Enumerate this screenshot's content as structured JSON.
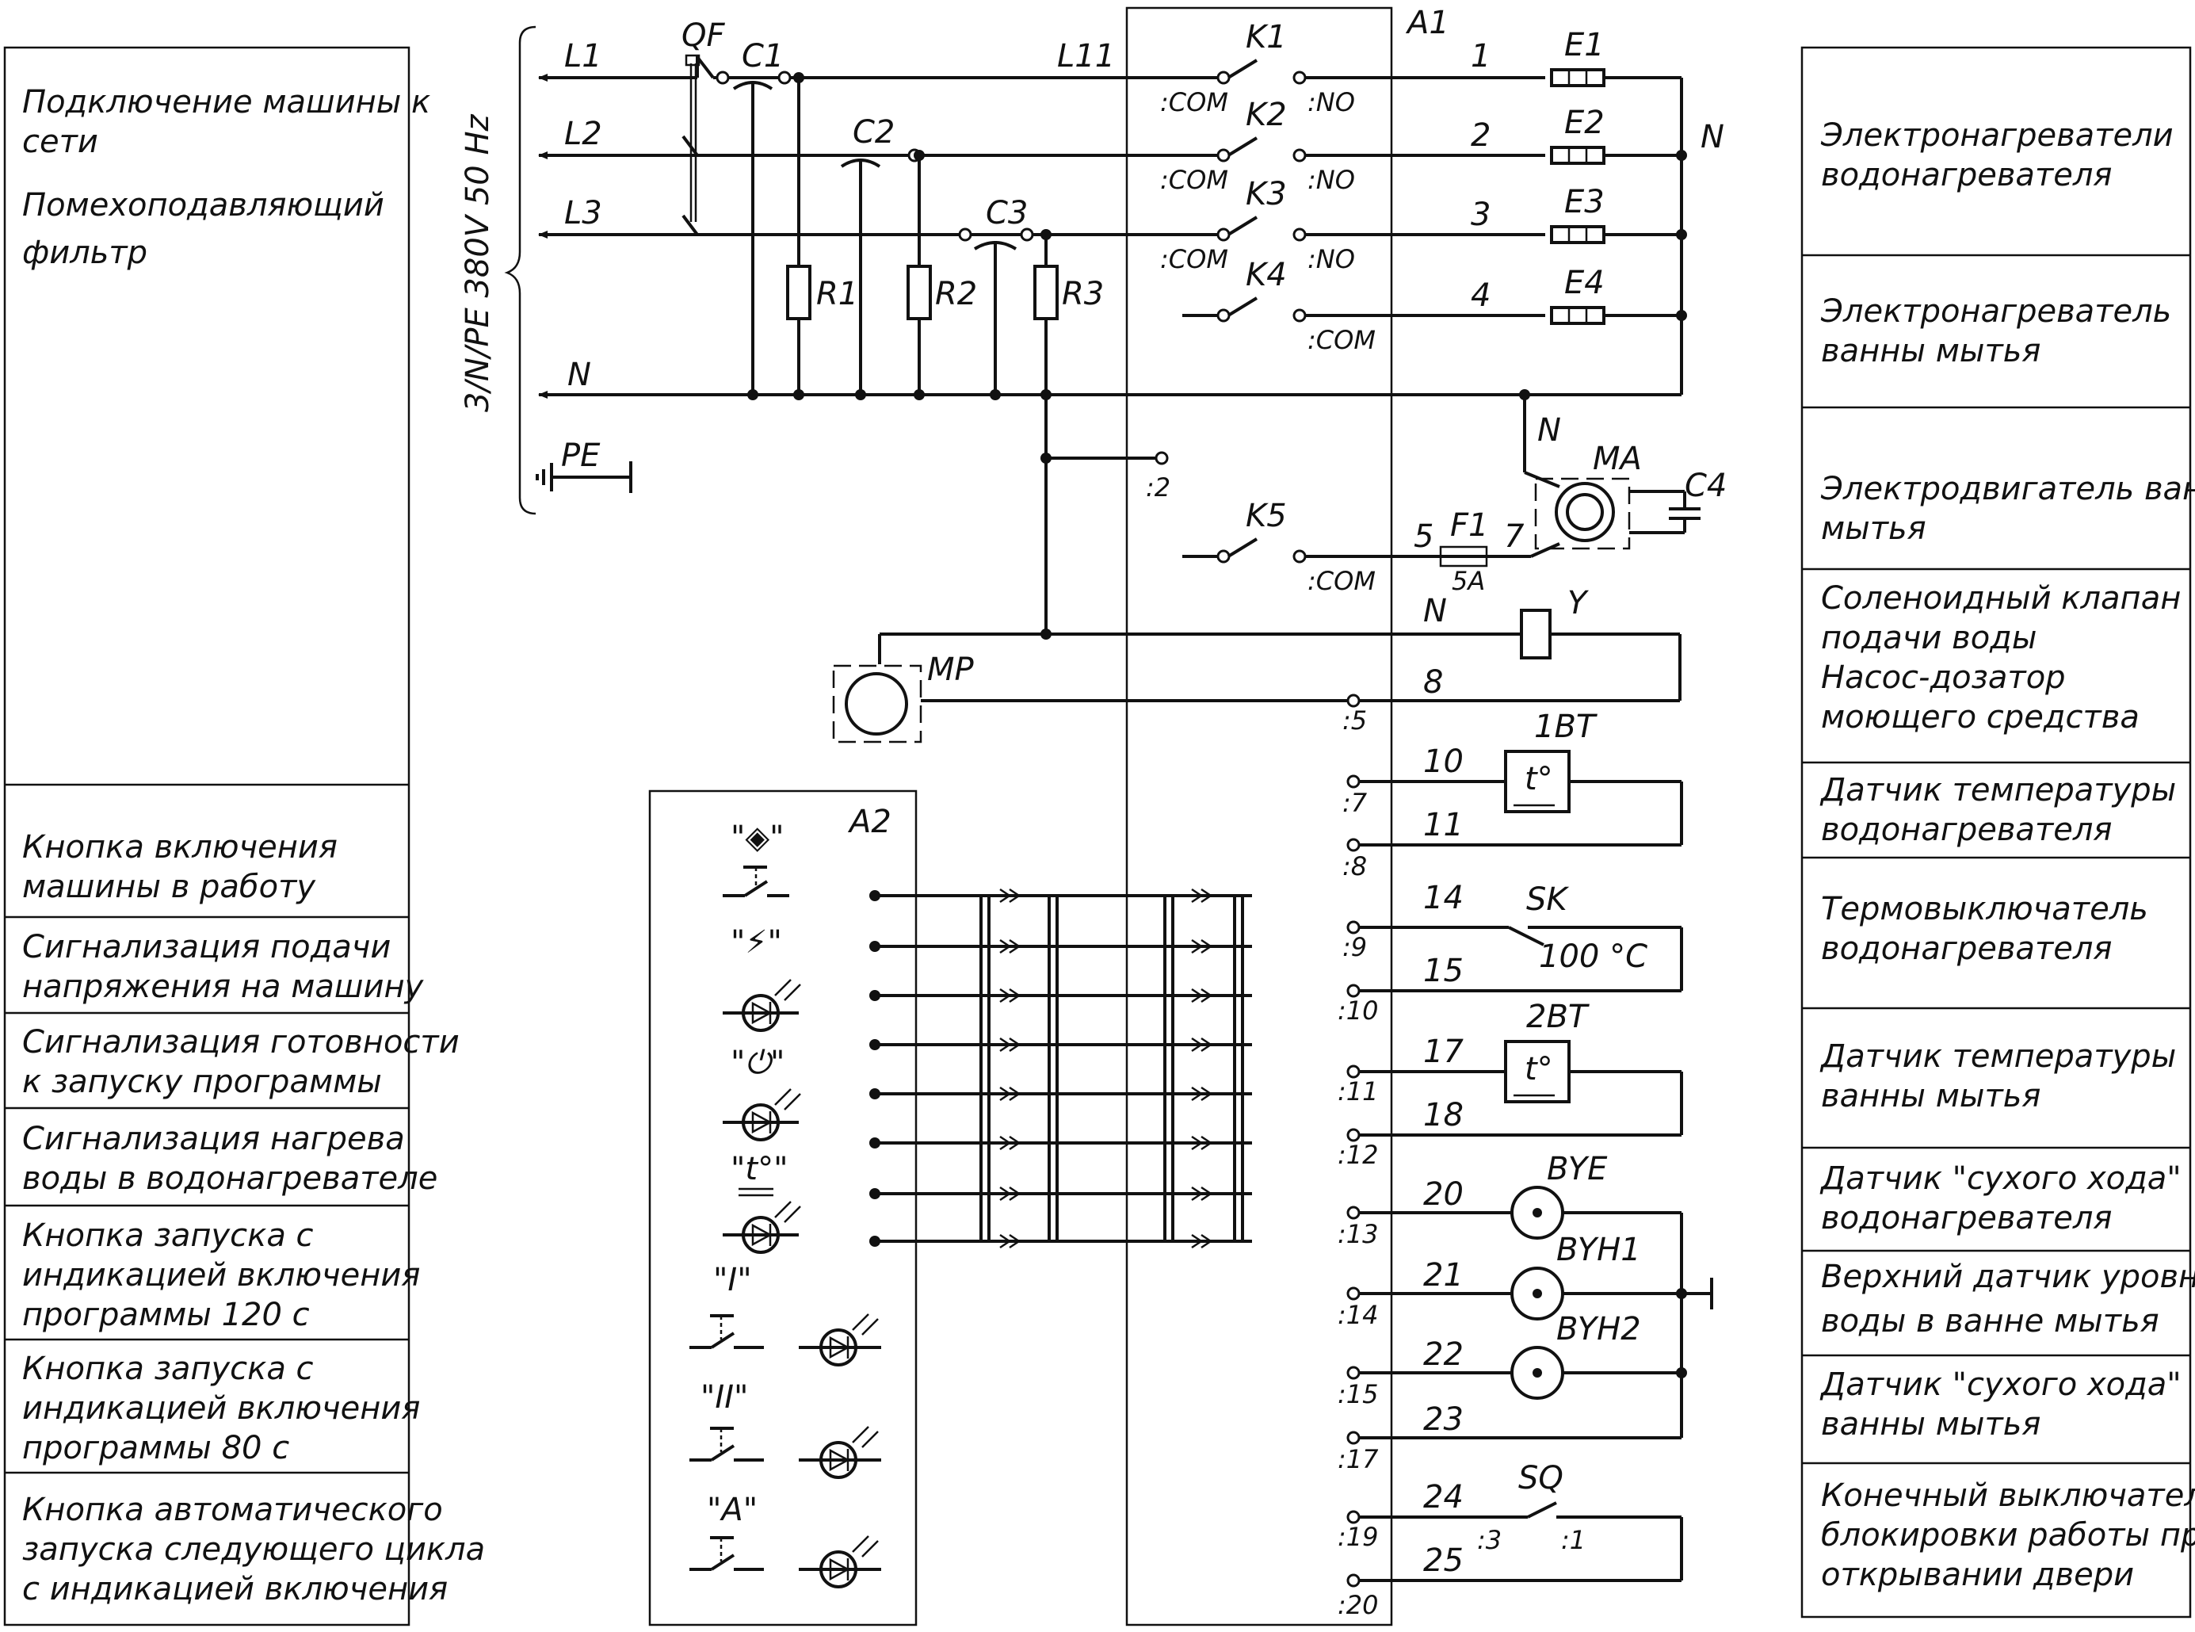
{
  "left_labels": [
    [
      "Подключение машины к",
      "сети",
      "",
      "Помехоподавляющий",
      "фильтр"
    ],
    [
      "Кнопка включения",
      "машины в работу"
    ],
    [
      "Сигнализация подачи",
      "напряжения на машину"
    ],
    [
      "Сигнализация готовности",
      "к запуску программы"
    ],
    [
      "Сигнализация нагрева",
      "воды в водонагревателе"
    ],
    [
      "Кнопка запуска с",
      "индикацией включения",
      "программы 120 с"
    ],
    [
      "Кнопка запуска с",
      "индикацией включения",
      "программы 80 с"
    ],
    [
      "Кнопка автоматического",
      "запуска следующего цикла",
      "с индикацией включения"
    ]
  ],
  "right_labels": [
    [
      "Электронагреватели",
      "водонагревателя"
    ],
    [
      "Электронагреватель",
      "ванны мытья"
    ],
    [
      "Электродвигатель ванны",
      "мытья"
    ],
    [
      "Соленоидный клапан",
      "подачи воды",
      "Насос-дозатор",
      "моющего средства"
    ],
    [
      "Датчик температуры",
      "водонагревателя"
    ],
    [
      "Термовыключатель",
      "водонагревателя"
    ],
    [
      "Датчик температуры",
      "ванны мытья"
    ],
    [
      "Датчик \"сухого хода\"",
      "водонагревателя"
    ],
    [
      "Верхний датчик уровня",
      "воды в ванне мытья"
    ],
    [
      "Датчик \"сухого хода\"",
      "ванны мытья"
    ],
    [
      "Конечный выключатель",
      "блокировки работы при",
      "открывании двери"
    ]
  ],
  "supply": {
    "voltage": "3/N/PE 380V 50 Hz",
    "lines": [
      "L1",
      "L2",
      "L3",
      "N",
      "PE"
    ],
    "breaker": "QF",
    "wire": "L11"
  },
  "blocks": [
    "A1",
    "A2"
  ],
  "components": {
    "capacitors": [
      "C1",
      "C2",
      "C3",
      "C4"
    ],
    "resistors": [
      "R1",
      "R2",
      "R3"
    ],
    "relays": [
      "K1",
      "K2",
      "K3",
      "K4",
      "K5"
    ],
    "heaters": [
      "E1",
      "E2",
      "E3",
      "E4"
    ],
    "motor": "MA",
    "pump": "MP",
    "fuse": "F1",
    "fuse_rating": "5A",
    "valve": "Y",
    "temp_sensors": [
      "1BT",
      "2BT"
    ],
    "thermostat": "SK",
    "thermostat_temp": "100 °C",
    "level_sensors": [
      "BYE",
      "BYH1",
      "BYH2"
    ],
    "door_switch": "SQ",
    "temp_symbol": "t°"
  },
  "contacts": {
    "com": ":COM",
    "no": ":NO"
  },
  "wire_numbers": [
    "1",
    "2",
    "3",
    "4",
    "5",
    "7",
    "8",
    "10",
    "11",
    "14",
    "15",
    "17",
    "18",
    "20",
    "21",
    "22",
    "23",
    "24",
    "25"
  ],
  "neutral": "N",
  "terminals": [
    ":2",
    ":5",
    ":7",
    ":8",
    ":9",
    ":10",
    ":11",
    ":12",
    ":13",
    ":14",
    ":15",
    ":17",
    ":19",
    ":20",
    ":3",
    ":1"
  ],
  "panel_symbols": [
    "\"◈\"",
    "\"⚡\"",
    "\"⏻\"",
    "\"t°\"",
    "\"I\"",
    "\"II\"",
    "\"A\""
  ],
  "colors": {
    "line": "#111111",
    "background": "#ffffff"
  }
}
